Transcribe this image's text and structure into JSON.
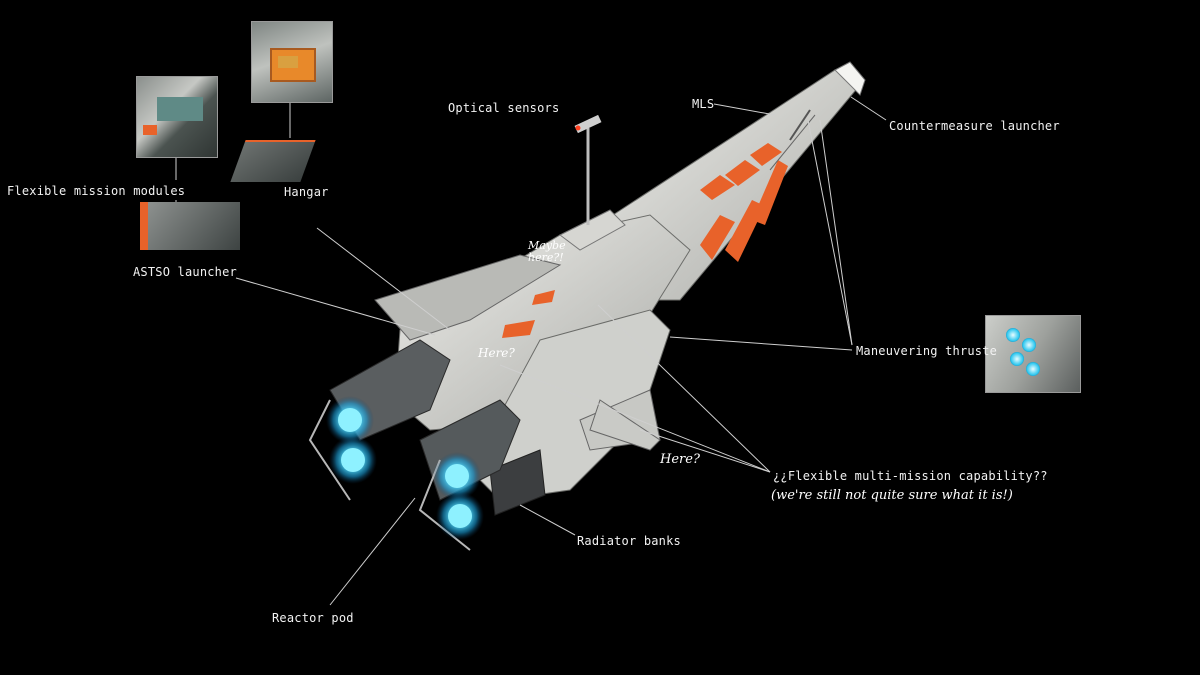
{
  "labels": {
    "optical_sensors": "Optical sensors",
    "mls": "MLS",
    "countermeasure_launcher": "Countermeasure launcher",
    "flexible_mission_modules": "Flexible mission modules",
    "hangar": "Hangar",
    "astso_launcher": "ASTSO launcher",
    "maneuvering_thrusters": "Maneuvering thruste",
    "flexible_multi_mission": "¿¿Flexible multi-mission capability??",
    "radiator_banks": "Radiator banks",
    "reactor_pod": "Reactor pod"
  },
  "handwritten": {
    "maybe_here": "Maybe here?!",
    "here_1": "Here?",
    "here_2": "Here?",
    "not_sure": "(we're still not quite sure what it is!)"
  },
  "colors": {
    "background": "#000000",
    "hull": "#d9d9d4",
    "hull_shadow": "#8c8e8c",
    "stripe": "#e8622a",
    "engine_glow": "#3fd6ff",
    "leader_line": "#cfcfcf"
  }
}
